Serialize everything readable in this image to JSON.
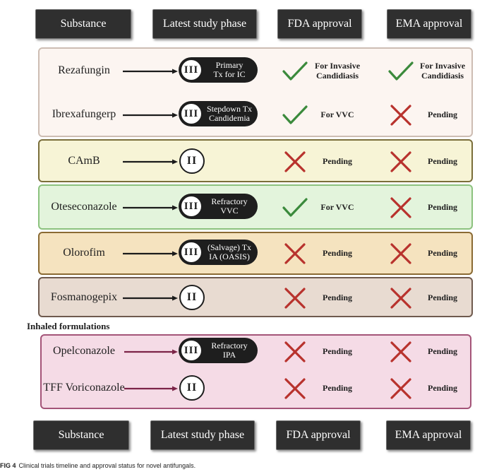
{
  "headers": {
    "substance": "Substance",
    "phase": "Latest study phase",
    "fda": "FDA approval",
    "ema": "EMA approval"
  },
  "section_inhaled": "Inhaled formulations",
  "caption": {
    "label": "FIG 4",
    "text": "Clinical trials timeline and approval status for novel antifungals."
  },
  "drugs": [
    {
      "name": "Rezafungin",
      "phase": "III",
      "indication": "Primary\nTx for IC",
      "fda": {
        "approved": true,
        "text": "For Invasive\nCandidiasis"
      },
      "ema": {
        "approved": true,
        "text": "For Invasive\nCandidiasis"
      }
    },
    {
      "name": "Ibrexafungerp",
      "phase": "III",
      "indication": "Stepdown Tx\nCandidemia",
      "fda": {
        "approved": true,
        "text": "For VVC"
      },
      "ema": {
        "approved": false,
        "text": "Pending"
      }
    },
    {
      "name": "CAmB",
      "phase": "II",
      "indication": "",
      "fda": {
        "approved": false,
        "text": "Pending"
      },
      "ema": {
        "approved": false,
        "text": "Pending"
      }
    },
    {
      "name": "Oteseconazole",
      "phase": "III",
      "indication": "Refractory\nVVC",
      "fda": {
        "approved": true,
        "text": "For VVC"
      },
      "ema": {
        "approved": false,
        "text": "Pending"
      }
    },
    {
      "name": "Olorofim",
      "phase": "III",
      "indication": "(Salvage) Tx\nIA (OASIS)",
      "fda": {
        "approved": false,
        "text": "Pending"
      },
      "ema": {
        "approved": false,
        "text": "Pending"
      }
    },
    {
      "name": "Fosmanogepix",
      "phase": "II",
      "indication": "",
      "fda": {
        "approved": false,
        "text": "Pending"
      },
      "ema": {
        "approved": false,
        "text": "Pending"
      }
    },
    {
      "name": "Opelconazole",
      "phase": "III",
      "indication": "Refractory\nIPA",
      "fda": {
        "approved": false,
        "text": "Pending"
      },
      "ema": {
        "approved": false,
        "text": "Pending"
      }
    },
    {
      "name": "TFF Voriconazole",
      "phase": "II",
      "indication": "",
      "fda": {
        "approved": false,
        "text": "Pending"
      },
      "ema": {
        "approved": false,
        "text": "Pending"
      }
    }
  ],
  "colors": {
    "header_bg": "#2f2f2f",
    "check": "#3b8a3c",
    "cross": "#b8322d",
    "arrow_default": "#1b1b1b",
    "arrow_inhaled": "#7c2448",
    "panel_echinocandin": "#fcf5f1",
    "panel_camb": "#f7f4d6",
    "panel_otese": "#e3f4dc",
    "panel_olorofim": "#f5e3bf",
    "panel_fosman": "#e8dbd1",
    "panel_inhaled": "#f5dbe6"
  }
}
